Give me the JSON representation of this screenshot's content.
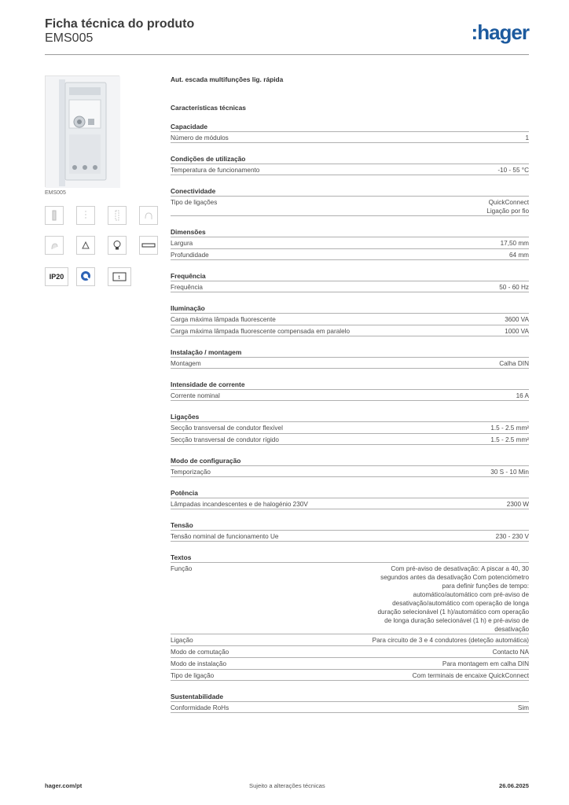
{
  "header": {
    "title": "Ficha técnica do produto",
    "subtitle": "EMS005",
    "logo_text": ":hager",
    "logo_color": "#1c5a9e"
  },
  "product": {
    "code": "EMS005",
    "name": "Aut. escada multifunções lig. rápida",
    "characteristics_title": "Características técnicas"
  },
  "badges": {
    "ip": "IP20",
    "quickconnect_icon": "quickconnect-icon",
    "timer_icon": "timer-symbol-icon"
  },
  "sections": [
    {
      "title": "Capacidade",
      "rows": [
        {
          "label": "Número de módulos",
          "value": "1"
        }
      ]
    },
    {
      "title": "Condições de utilização",
      "rows": [
        {
          "label": "Temperatura de funcionamento",
          "value": "-10 - 55 °C"
        }
      ]
    },
    {
      "title": "Conectividade",
      "rows": [
        {
          "label": "Tipo de ligações",
          "value": "QuickConnect\nLigação por fio"
        }
      ]
    },
    {
      "title": "Dimensões",
      "rows": [
        {
          "label": "Largura",
          "value": "17,50 mm"
        },
        {
          "label": "Profundidade",
          "value": "64 mm"
        }
      ]
    },
    {
      "title": "Frequência",
      "rows": [
        {
          "label": "Frequência",
          "value": "50 - 60 Hz"
        }
      ]
    },
    {
      "title": "Iluminação",
      "rows": [
        {
          "label": "Carga máxima lâmpada fluorescente",
          "value": "3600 VA"
        },
        {
          "label": "Carga máxima lâmpada fluorescente compensada em paralelo",
          "value": "1000 VA"
        }
      ]
    },
    {
      "title": "Instalação / montagem",
      "rows": [
        {
          "label": "Montagem",
          "value": "Calha DIN"
        }
      ]
    },
    {
      "title": "Intensidade de corrente",
      "rows": [
        {
          "label": "Corrente nominal",
          "value": "16 A"
        }
      ]
    },
    {
      "title": "Ligações",
      "rows": [
        {
          "label": "Secção transversal de condutor flexível",
          "value": "1.5 - 2.5 mm²"
        },
        {
          "label": "Secção transversal de condutor rígido",
          "value": "1.5 - 2.5 mm²"
        }
      ]
    },
    {
      "title": "Modo de configuração",
      "rows": [
        {
          "label": "Temporização",
          "value": "30 S - 10 Min"
        }
      ]
    },
    {
      "title": "Potência",
      "rows": [
        {
          "label": "Lâmpadas incandescentes e de halogénio 230V",
          "value": "2300 W"
        }
      ]
    },
    {
      "title": "Tensão",
      "rows": [
        {
          "label": "Tensão nominal de funcionamento Ue",
          "value": "230 - 230 V"
        }
      ]
    },
    {
      "title": "Textos",
      "rows": [
        {
          "label": "Função",
          "value": "Com pré-aviso de desativação: A piscar a 40, 30 segundos antes da desativação Com potenciómetro para definir funções de tempo: automático/automático com pré-aviso de desativação/automático com operação de longa duração selecionável (1 h)/automático com operação de longa duração selecionável (1 h) e pré-aviso de desativação"
        },
        {
          "label": "Ligação",
          "value": "Para circuito de 3 e 4 condutores (deteção automática)"
        },
        {
          "label": "Modo de comutação",
          "value": "Contacto NA"
        },
        {
          "label": "Modo de instalação",
          "value": "Para montagem em calha DIN"
        },
        {
          "label": "Tipo de ligação",
          "value": "Com terminais de encaixe QuickConnect"
        }
      ]
    },
    {
      "title": "Sustentabilidade",
      "rows": [
        {
          "label": "Conformidade RoHs",
          "value": "Sim"
        }
      ]
    }
  ],
  "footer": {
    "site": "hager.com/pt",
    "note": "Sujeito a alterações técnicas",
    "date": "26.06.2025"
  }
}
